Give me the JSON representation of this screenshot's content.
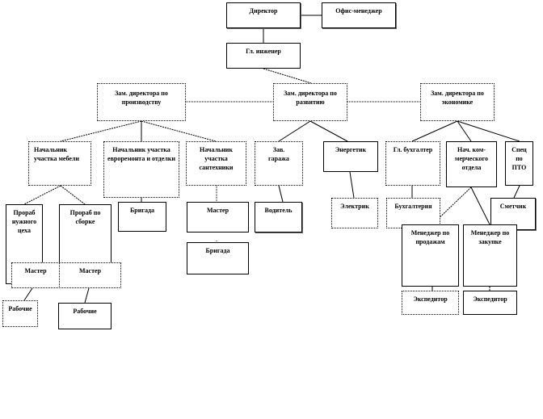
{
  "nodes": {
    "director": "Директор",
    "office_manager": "Офис-менеджер",
    "chief_engineer": "Гл. инженер",
    "deputy_production": "Зам. директора по производству",
    "deputy_development": "Зам. директора по развитию",
    "deputy_economics": "Зам. директора по экономике",
    "head_furniture": "Начальник участка мебели",
    "head_renovation": "Начальник участка евроремонта и отделки",
    "head_plumbing": "Начальник участка сантехники",
    "head_garage": "Зав. гаража",
    "energy_engineer": "Энергетик",
    "chief_accountant": "Гл. бухгалтер",
    "head_commercial": "Нач. ком-мерческого отдела",
    "pto_specialist": "Спец по ПТО",
    "foreman_shop": "Прораб нужного цеха",
    "foreman_assembly": "Прораб по сборке",
    "brigade_renovation": "Бригада",
    "master_plumbing": "Мастер",
    "driver": "Водитель",
    "electrician": "Электрик",
    "accounting": "Бухгалтерия",
    "estimator": "Сметчик",
    "brigade_plumbing": "Бригада",
    "sales_manager": "Менеджер по продажам",
    "purchase_manager": "Менеджер по закупке",
    "master_1": "Мастер",
    "master_2": "Мастер",
    "workers_1": "Рабочие",
    "workers_2": "Рабочие",
    "forwarder_1": "Экспедитор",
    "forwarder_2": "Экспедитор"
  }
}
